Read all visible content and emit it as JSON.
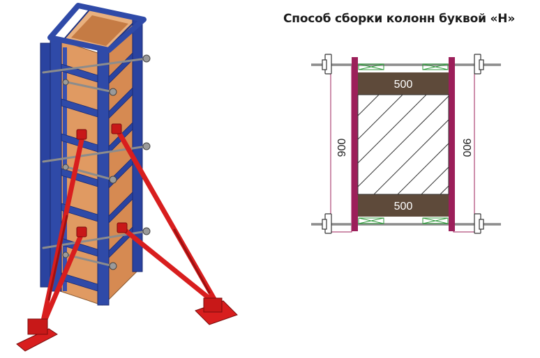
{
  "title": "Способ сборки колонн буквой «Н»",
  "dimensions": {
    "beam_top_label": "500",
    "beam_bottom_label": "500",
    "height_left_label": "900",
    "height_right_label": "900"
  },
  "colors": {
    "frame_blue": "#2f4aa8",
    "frame_blue_dark": "#1f3380",
    "plywood": "#e09a62",
    "plywood_dark": "#b8723e",
    "brace_red": "#d81e1e",
    "brace_red_dark": "#9c1010",
    "panel_magenta": "#9c1f5a",
    "beam_brown": "#5e4a3a",
    "rod_gray": "#8c8c8c",
    "hatch": "#333333"
  }
}
